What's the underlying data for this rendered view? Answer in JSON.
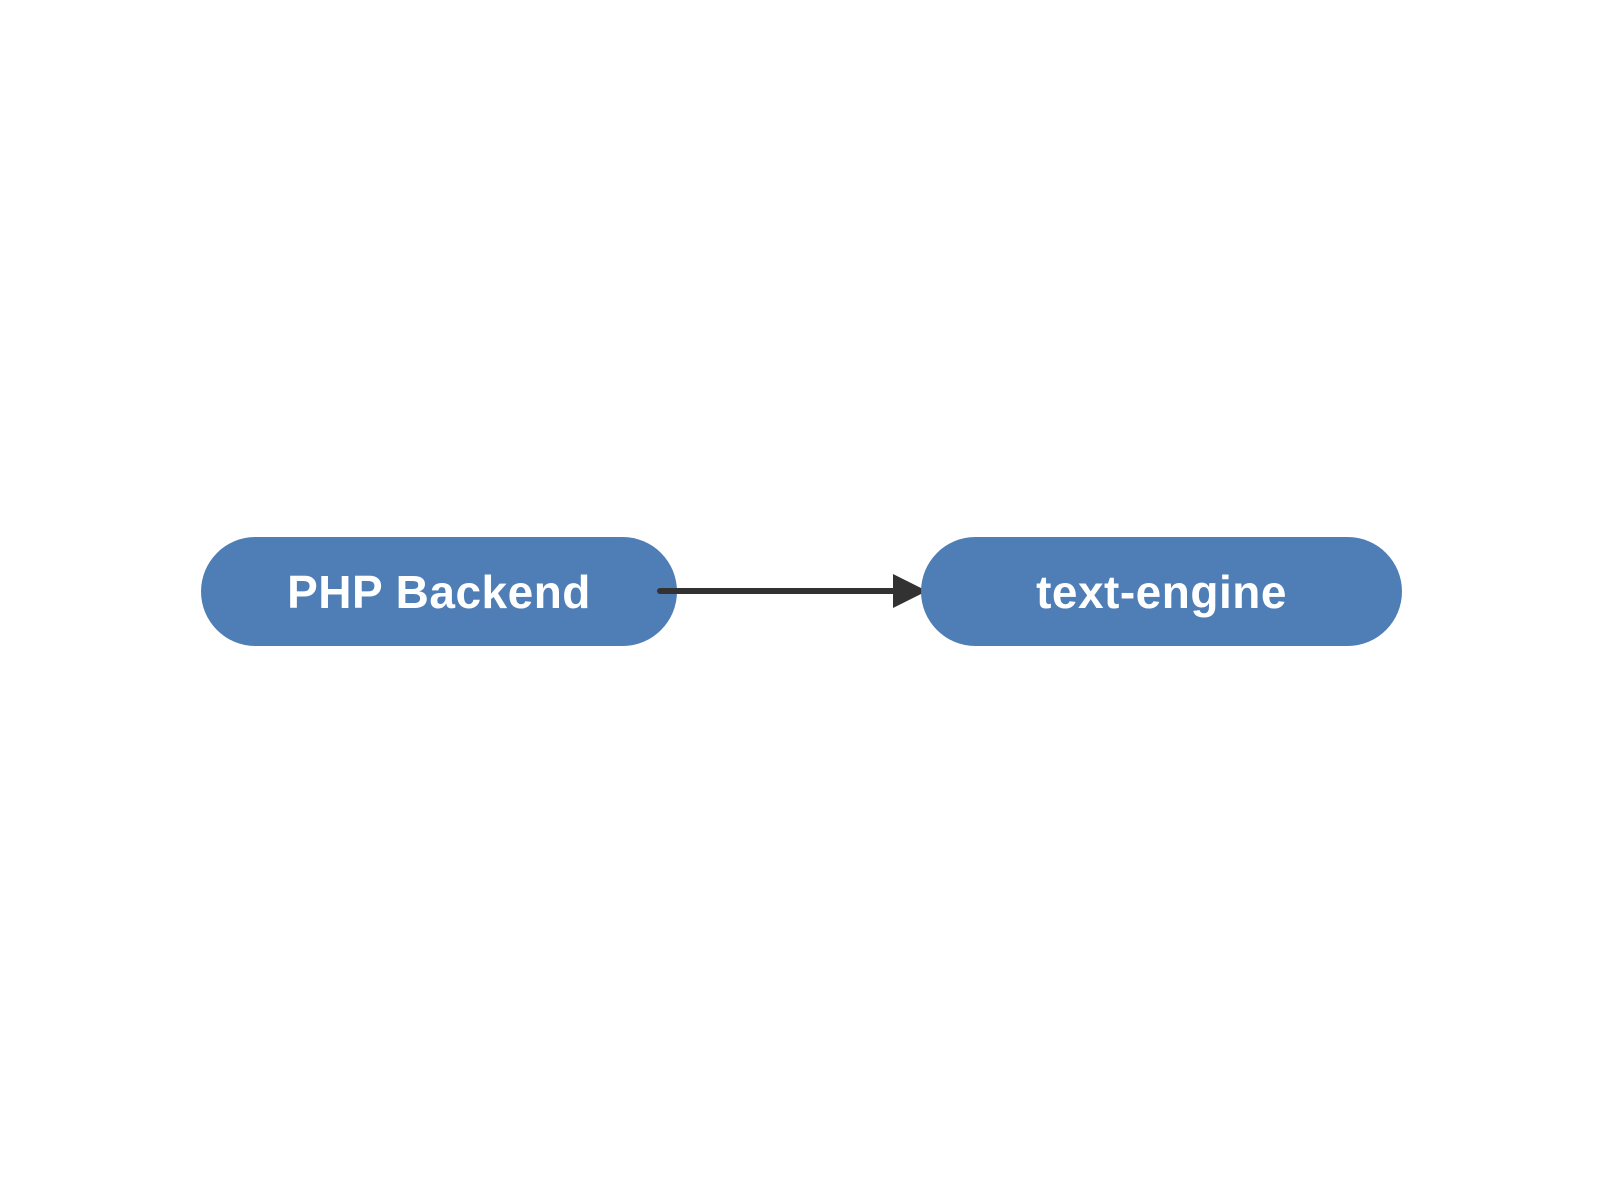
{
  "diagram": {
    "type": "flow-diagram",
    "background": "#ffffff",
    "nodes": [
      {
        "id": "php-backend",
        "label": "PHP Backend",
        "fill": "#4f7eb7",
        "text_color": "#ffffff",
        "shape": "pill"
      },
      {
        "id": "text-engine",
        "label": "text-engine",
        "fill": "#4f7eb7",
        "text_color": "#ffffff",
        "shape": "pill"
      }
    ],
    "edge": {
      "from": "php-backend",
      "to": "text-engine",
      "color": "#323232",
      "direction": "right"
    }
  }
}
